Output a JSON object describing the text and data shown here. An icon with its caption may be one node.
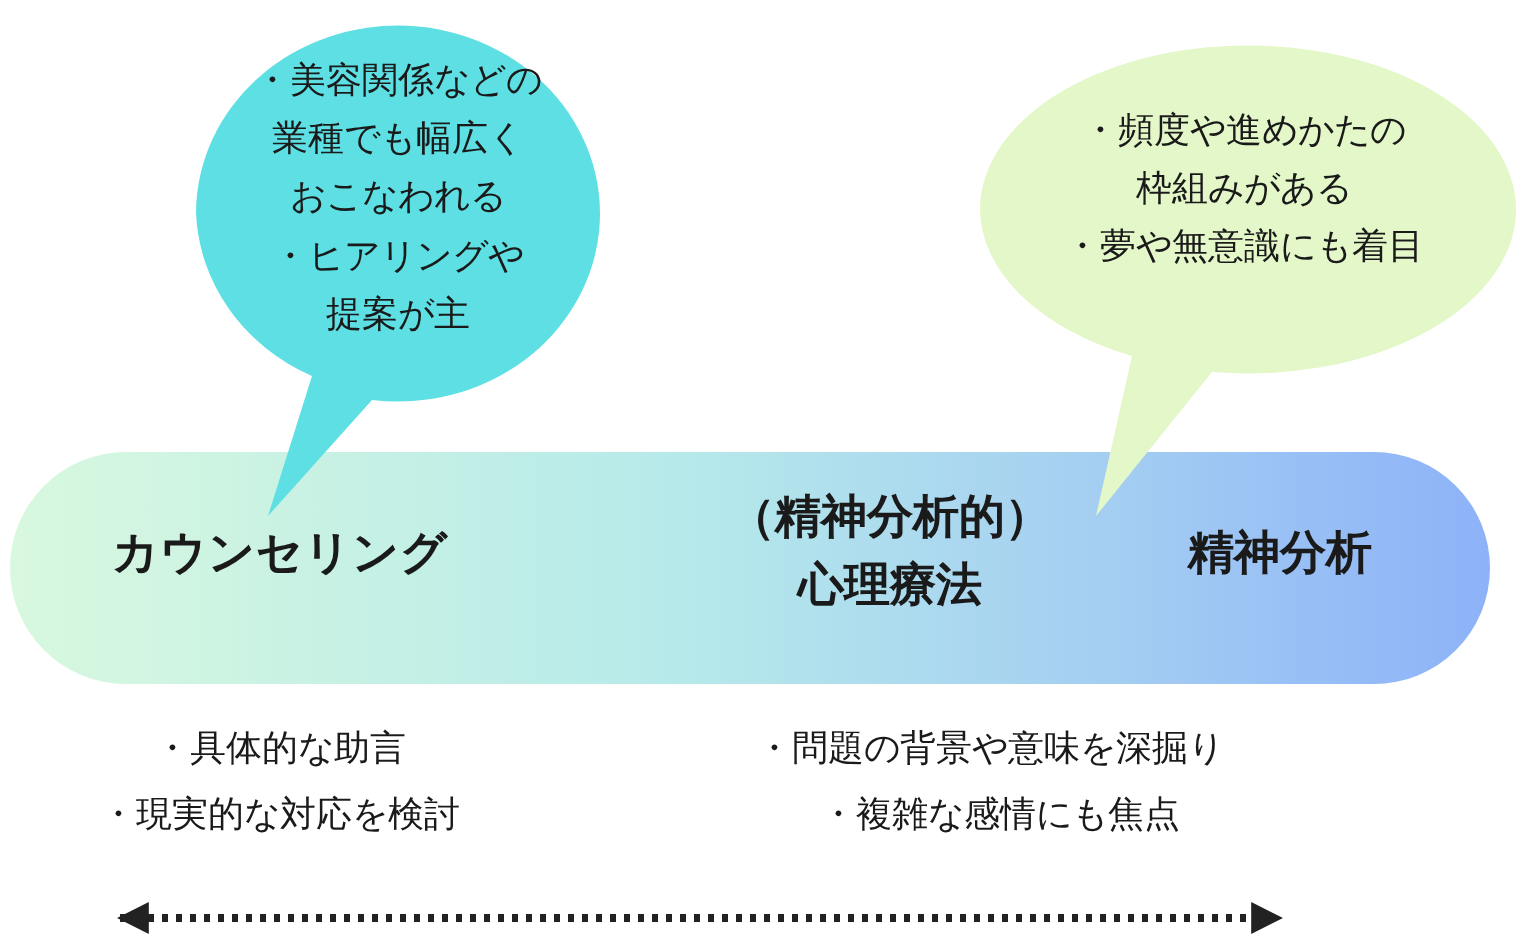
{
  "diagram": {
    "nodes": [
      {
        "text": [
          "カウンセリング",
          "（精神分析的）心理療法",
          "精神分析"
        ]
      },
      {
        "text": [
          "・美容関係などの業種でも幅広くおこなわれる",
          "・ヒアリングや提案が主"
        ]
      },
      {
        "text": [
          "・頻度や進めかたの枠組みがある",
          "・夢や無意識にも着目"
        ]
      }
    ],
    "edges": [],
    "labels": [
      "・具体的な助言",
      "・現実的な対応を検討",
      "・問題の背景や意味を深掘り",
      "・複雑な感情にも焦点"
    ]
  }
}
